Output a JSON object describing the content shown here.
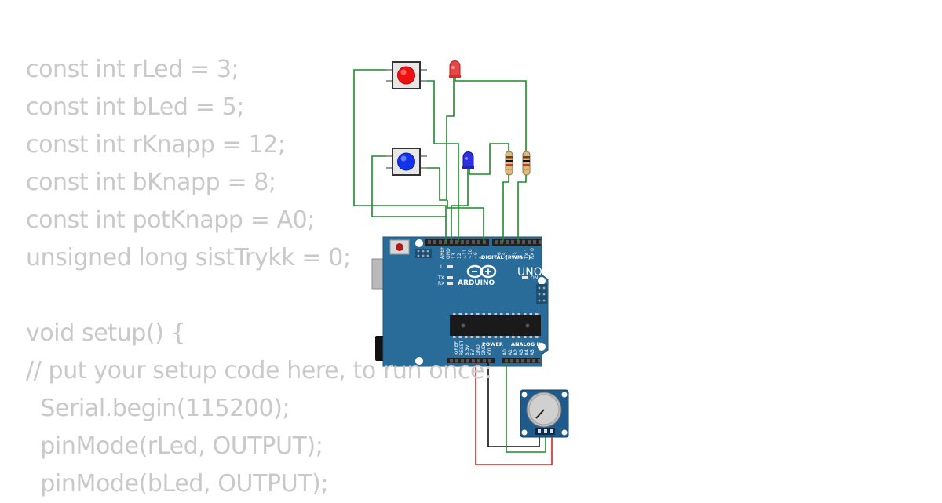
{
  "code_lines": [
    "const int rLed = 3;",
    "const int bLed = 5;",
    "const int rKnapp = 12;",
    "const int bKnapp = 8;",
    "const int potKnapp = A0;",
    "unsigned long sistTrykk = 0;",
    "",
    "void setup() {",
    "// put your setup code here, to run once:",
    "  Serial.begin(115200);",
    "  pinMode(rLed, OUTPUT);",
    "  pinMode(bLed, OUTPUT);"
  ],
  "board": {
    "brand": "ARDUINO",
    "model": "UNO",
    "digital_header": "DIGITAL (PWM ~)",
    "power_header": "POWER",
    "analog_header": "ANALOG IN",
    "on_label": "ON",
    "led_l": "L",
    "led_tx": "TX",
    "led_rx": "RX"
  },
  "colors": {
    "code_text": "#c9c9c9",
    "board": "#2a6c99",
    "wire_green": "#1b8a2a",
    "wire_red": "#e02020",
    "wire_black": "#111111",
    "button_red": "#ee1111",
    "button_blue": "#1133ee"
  }
}
